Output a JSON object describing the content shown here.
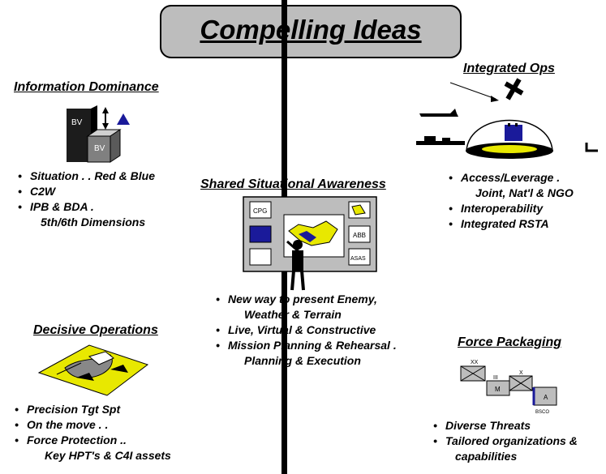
{
  "title": "Compelling Ideas",
  "info_dominance": {
    "title": "Information Dominance",
    "cube_labels": [
      "BV",
      "BV"
    ],
    "items": [
      "Situation . . Red & Blue",
      "C2W",
      "IPB & BDA  ."
    ],
    "continuation": "5th/6th Dimensions"
  },
  "shared_awareness": {
    "title": "Shared Situational Awareness",
    "panel_labels": [
      "CPG",
      "ABB",
      "ASAS"
    ],
    "items": [
      {
        "text": "New way to present Enemy,",
        "cont": "Weather & Terrain"
      },
      {
        "text": "Live, Virtual & Constructive",
        "cont": ""
      },
      {
        "text": "Mission Planning & Rehearsal  .",
        "cont": "Planning & Execution"
      }
    ]
  },
  "integrated_ops": {
    "title": "Integrated Ops",
    "items": [
      {
        "text": "Access/Leverage .",
        "cont": "Joint, Nat'l & NGO"
      },
      {
        "text": "Interoperability",
        "cont": ""
      },
      {
        "text": "Integrated RSTA",
        "cont": ""
      }
    ]
  },
  "decisive_ops": {
    "title": "Decisive Operations",
    "items": [
      {
        "text": "Precision Tgt Spt",
        "cont": ""
      },
      {
        "text": "On the move . .",
        "cont": ""
      },
      {
        "text": "Force Protection  ..",
        "cont": "Key HPT's & C4I assets"
      }
    ]
  },
  "force_packaging": {
    "title": "Force Packaging",
    "unit_labels": [
      "XX",
      "III",
      "X",
      "M",
      "A",
      "BSCO"
    ],
    "items": [
      {
        "text": "Diverse Threats",
        "cont": ""
      },
      {
        "text": "Tailored organizations &",
        "cont": "capabilities"
      }
    ]
  },
  "colors": {
    "title_bg": "#bdbdbd",
    "accent_yellow": "#e8e800",
    "accent_blue": "#1a1a9a"
  }
}
